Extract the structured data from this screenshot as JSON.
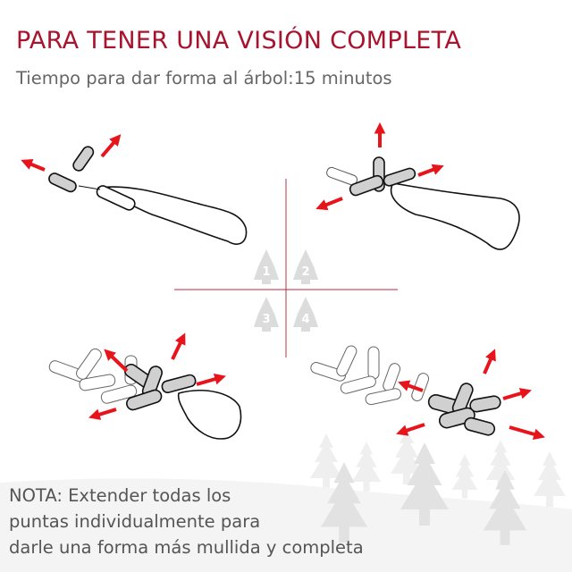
{
  "header": {
    "title": "PARA TENER UNA VISIÓN COMPLETA",
    "subtitle": "Tiempo para dar forma al árbol:15 minutos"
  },
  "steps": [
    {
      "number": "1",
      "icon": "tree-step-icon",
      "description": "Top-left: first layer of branch tips spread apart"
    },
    {
      "number": "2",
      "icon": "tree-step-icon",
      "description": "Top-right: second layer of tips spread in three directions"
    },
    {
      "number": "3",
      "icon": "tree-step-icon",
      "description": "Bottom-left: next layer of tips spread outward"
    },
    {
      "number": "4",
      "icon": "tree-step-icon",
      "description": "Bottom-right: final layer of tips spread outward"
    }
  ],
  "note": {
    "lines": [
      "NOTA: Extender todas los",
      "puntas individualmente para",
      "darle una forma más mullida y completa"
    ]
  },
  "colors": {
    "title": "#a8132e",
    "arrow": "#e8141c",
    "divider": "#b0202e",
    "step_icon": "#dcdcdc",
    "branch_fill": "#d0d0d0",
    "ground": "#f4f4f4",
    "trees": "#e2e2e2"
  }
}
